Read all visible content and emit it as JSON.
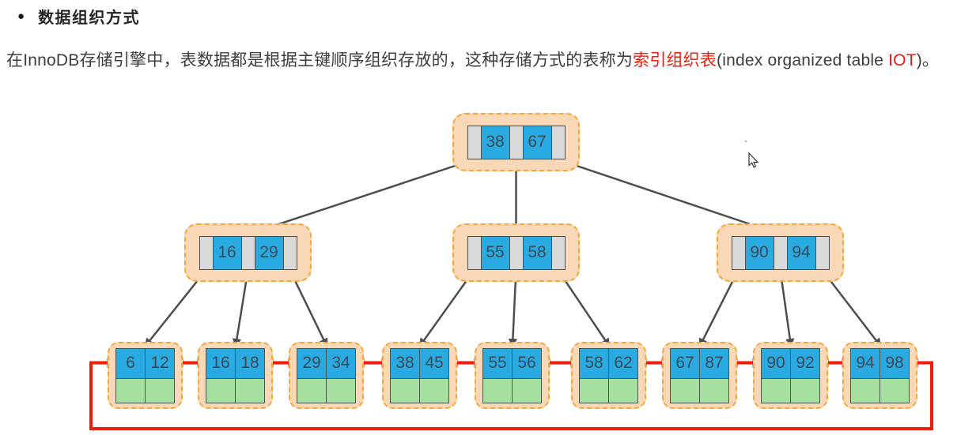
{
  "header": {
    "bullet": "●",
    "title": "数据组织方式"
  },
  "paragraph": {
    "part1": "在InnoDB存储引擎中，表数据都是根据主键顺序组织存放的，这种存储方式的表称为",
    "highlight1": "索引组织表",
    "part2": "(index organized table ",
    "highlight2": "IOT",
    "part3": ")。"
  },
  "colors": {
    "key_cell": "#29abe2",
    "data_cell": "#a5e09e",
    "pointer_cell": "#d9d9d9",
    "node_fill": "#f8d8b6",
    "node_border": "#f2a738",
    "tree_edge": "#4d4d4d",
    "leaf_link": "#ed1c0c",
    "highlight_text": "#ed1c0c"
  },
  "tree": {
    "root": {
      "keys": [
        "38",
        "67"
      ]
    },
    "internal": [
      {
        "keys": [
          "16",
          "29"
        ]
      },
      {
        "keys": [
          "55",
          "58"
        ]
      },
      {
        "keys": [
          "90",
          "94"
        ]
      }
    ],
    "leaves": [
      {
        "keys": [
          "6",
          "12"
        ]
      },
      {
        "keys": [
          "16",
          "18"
        ]
      },
      {
        "keys": [
          "29",
          "34"
        ]
      },
      {
        "keys": [
          "38",
          "45"
        ]
      },
      {
        "keys": [
          "55",
          "56"
        ]
      },
      {
        "keys": [
          "58",
          "62"
        ]
      },
      {
        "keys": [
          "67",
          "87"
        ]
      },
      {
        "keys": [
          "90",
          "92"
        ]
      },
      {
        "keys": [
          "94",
          "98"
        ]
      }
    ]
  }
}
